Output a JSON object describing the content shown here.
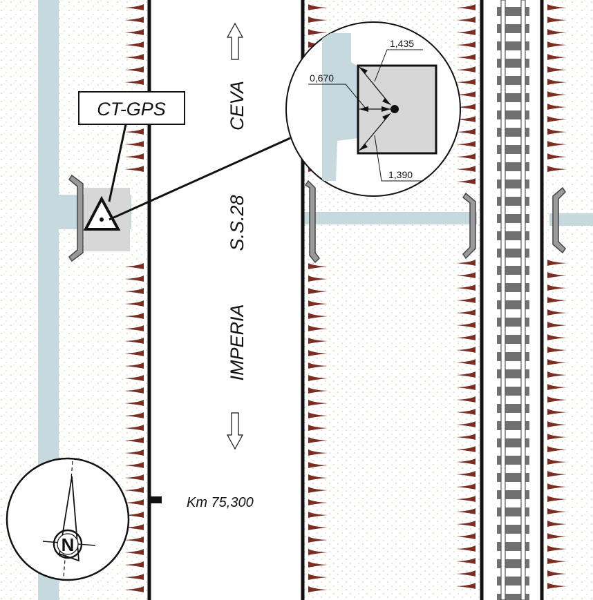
{
  "map": {
    "station_label": "CT-GPS",
    "road_name": "S.S.28",
    "direction_north": "CEVA",
    "direction_south": "IMPERIA",
    "kilometer_marker": "Km  75,300",
    "compass_letter": "N",
    "detail": {
      "dim_top": "1,435",
      "dim_left": "0,670",
      "dim_bottom": "1,390"
    },
    "colors": {
      "water": "#c5d9de",
      "hedge": "#7a2e22",
      "field_dots": "#c9d9a8",
      "marker_fill": "#d7d7d7",
      "rail_tie": "#707070"
    }
  }
}
